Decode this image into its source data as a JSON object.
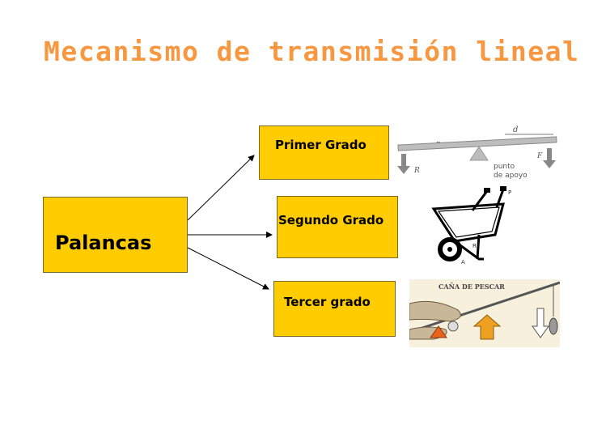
{
  "title": "Mecanismo de transmisión lineal",
  "root": {
    "label": "Palancas"
  },
  "branches": [
    {
      "label": "Primer Grado",
      "image_icon": "lever-fulcrum-icon"
    },
    {
      "label": "Segundo Grado",
      "image_icon": "wheelbarrow-icon"
    },
    {
      "label": "Tercer grado",
      "image_icon": "fishing-rod-icon"
    }
  ],
  "lever_diagram": {
    "labels": [
      "d",
      "r",
      "F",
      "R",
      "punto",
      "de apoyo"
    ]
  },
  "wheelbarrow_diagram": {
    "labels": [
      "P",
      "R",
      "A"
    ]
  },
  "fishing_diagram": {
    "caption": "CAÑA DE PESCAR"
  },
  "colors": {
    "title": "#f7973f",
    "box_fill": "#ffcc00",
    "box_border": "#7a6a2a"
  }
}
